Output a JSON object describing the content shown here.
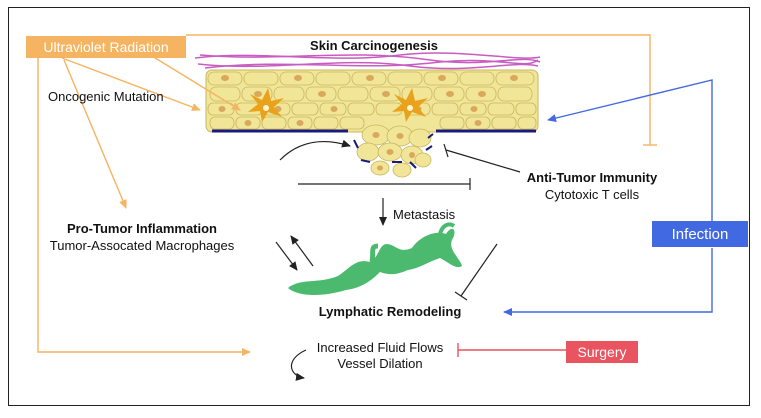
{
  "title": "Skin Carcinogenesis",
  "uv_label": "Ultraviolet Radiation",
  "oncogenic_label": "Oncogenic Mutation",
  "pro_tumor": {
    "title": "Pro-Tumor Inflammation",
    "subtitle": "Tumor-Assocated Macrophages"
  },
  "anti_tumor": {
    "title": "Anti-Tumor Immunity",
    "subtitle": "Cytotoxic T cells"
  },
  "metastasis_label": "Metastasis",
  "lymphatic": {
    "title": "Lymphatic Remodeling",
    "line1": "Increased Fluid Flows",
    "line2": "Vessel Dilation"
  },
  "infection_label": "Infection",
  "surgery_label": "Surgery",
  "colors": {
    "uv": "#f5b461",
    "infection": "#4169e1",
    "surgery": "#e8545f",
    "lymph": "#4cba6e",
    "cells": "#f1e598",
    "fibers": "#c95cc0"
  }
}
